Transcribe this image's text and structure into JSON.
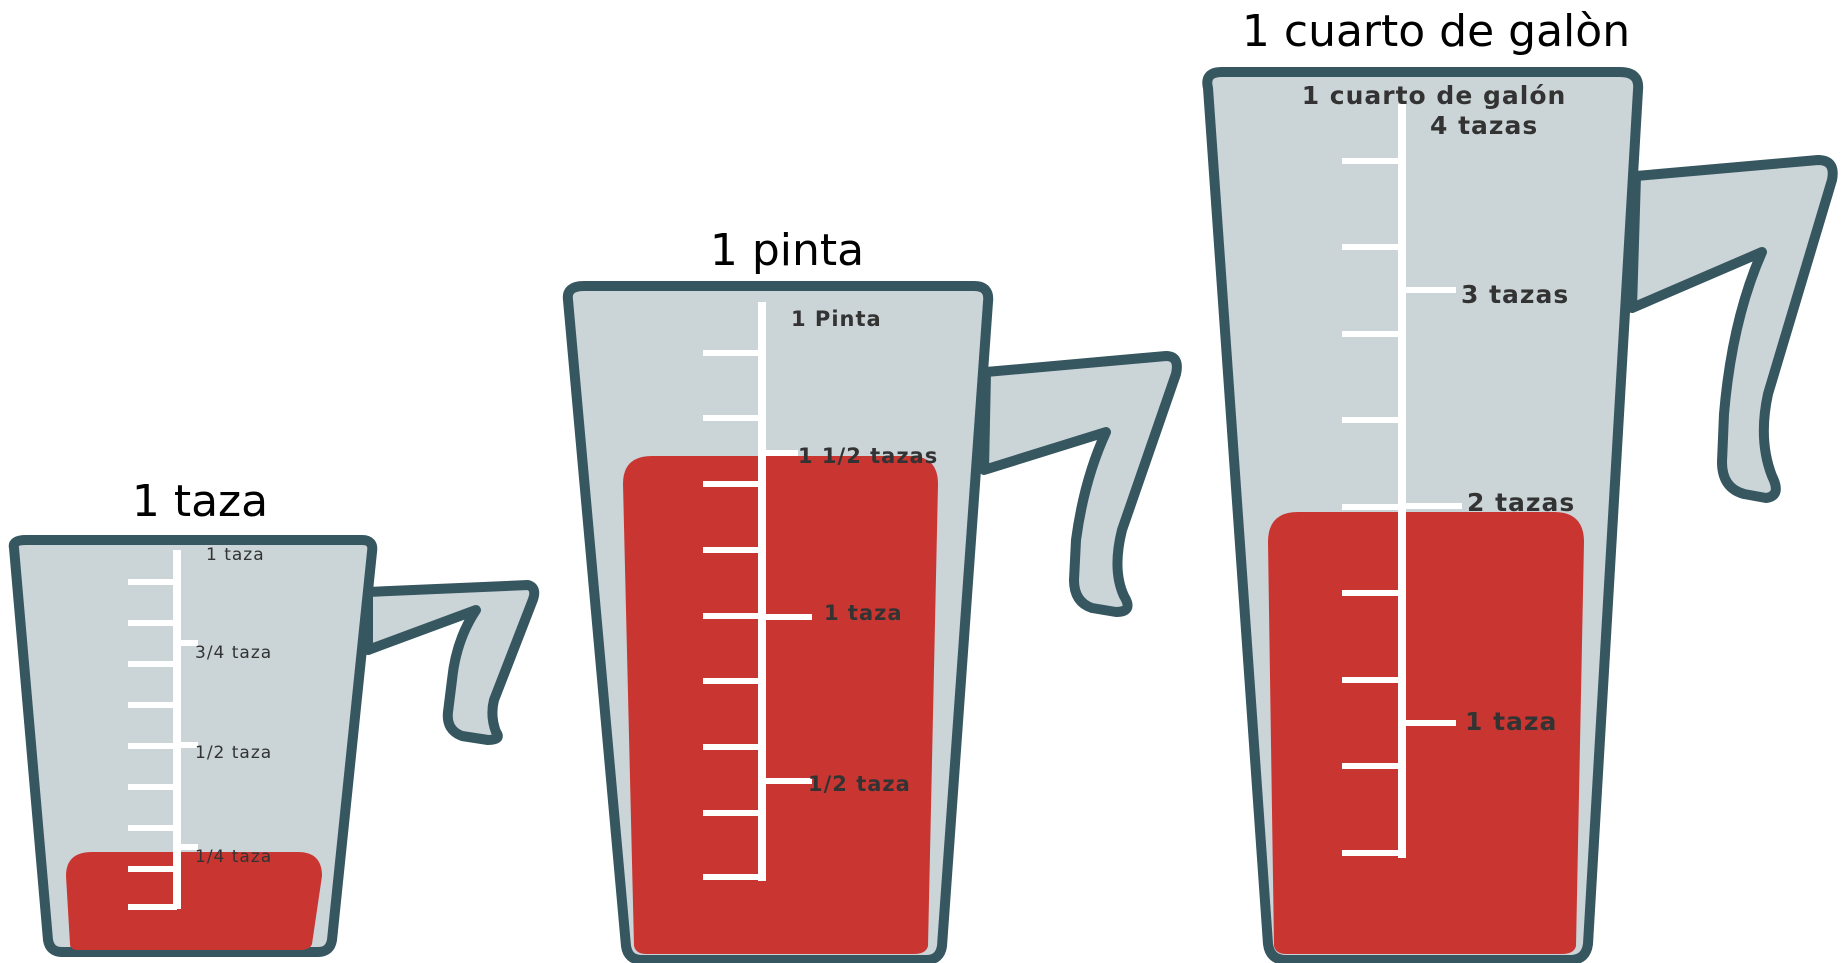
{
  "colors": {
    "container": "#cbd4d7",
    "outline": "#365660",
    "liquid": "#c93631",
    "markings": "#ffffff",
    "label_text": "#333333"
  },
  "cups": [
    {
      "title": "1 taza",
      "fill_fraction": 0.25,
      "labels": [
        "1 taza",
        "3/4 taza",
        "1/2 taza",
        "1/4 taza"
      ]
    },
    {
      "title": "1 pinta",
      "fill_fraction": 0.75,
      "labels": [
        "1 Pinta",
        "1 1/2 tazas",
        "1 taza",
        "1/2 taza"
      ]
    },
    {
      "title": "1 cuarto de galòn",
      "fill_fraction": 0.5,
      "labels": [
        "1 cuarto de galón",
        "4 tazas",
        "3 tazas",
        "2 tazas",
        "1 taza"
      ]
    }
  ]
}
